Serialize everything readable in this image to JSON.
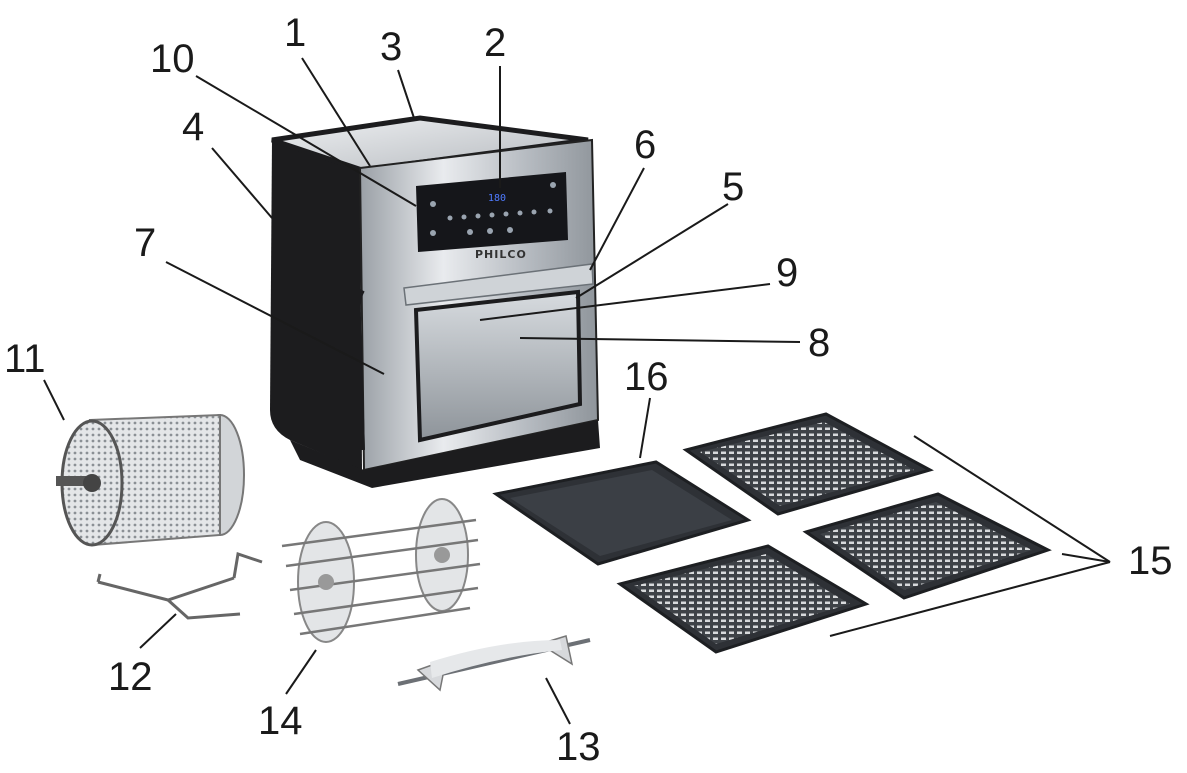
{
  "brand": "PHILCO",
  "display_readout": "180",
  "callouts": {
    "c1": "1",
    "c2": "2",
    "c3": "3",
    "c4": "4",
    "c5": "5",
    "c6": "6",
    "c7": "7",
    "c8": "8",
    "c9": "9",
    "c10": "10",
    "c11": "11",
    "c12": "12",
    "c13": "13",
    "c14": "14",
    "c15": "15",
    "c16": "16"
  },
  "colors": {
    "body_black": "#1c1c1e",
    "steel": "#c9ccd0",
    "glass": "#b9bec4",
    "tray": "#3a3d42",
    "mesh": "#d6d8da",
    "display_blue": "#4f7bff"
  }
}
